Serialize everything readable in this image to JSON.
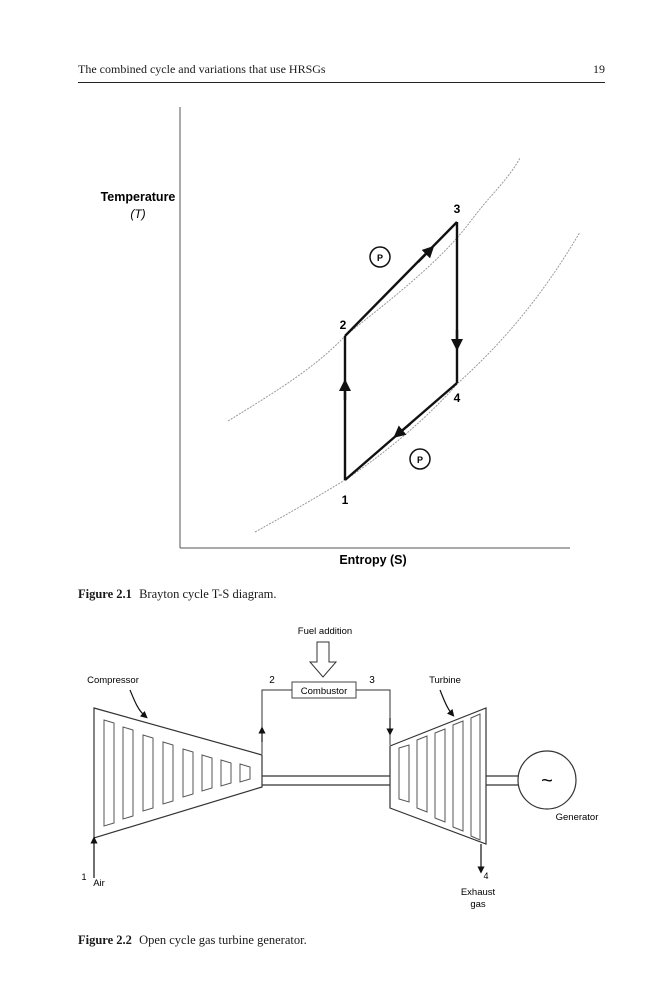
{
  "header": {
    "title": "The combined cycle and variations that use HRSGs",
    "page_number": "19"
  },
  "figure1": {
    "label": "Figure 2.1",
    "caption": "Brayton cycle T-S diagram.",
    "y_label_line1": "Temperature",
    "y_label_line2": "(T)",
    "x_label": "Entropy (S)",
    "points": [
      "1",
      "2",
      "3",
      "4"
    ],
    "isobar_label": "P"
  },
  "figure2": {
    "label": "Figure 2.2",
    "caption": "Open cycle gas turbine generator.",
    "fuel_label": "Fuel addition",
    "combustor_label": "Combustor",
    "compressor_label": "Compressor",
    "turbine_label": "Turbine",
    "generator_label": "Generator",
    "generator_symbol": "~",
    "point_1": "1",
    "point_2": "2",
    "point_3": "3",
    "point_4": "4",
    "air_label": "Air",
    "exhaust_line1": "Exhaust",
    "exhaust_line2": "gas"
  }
}
